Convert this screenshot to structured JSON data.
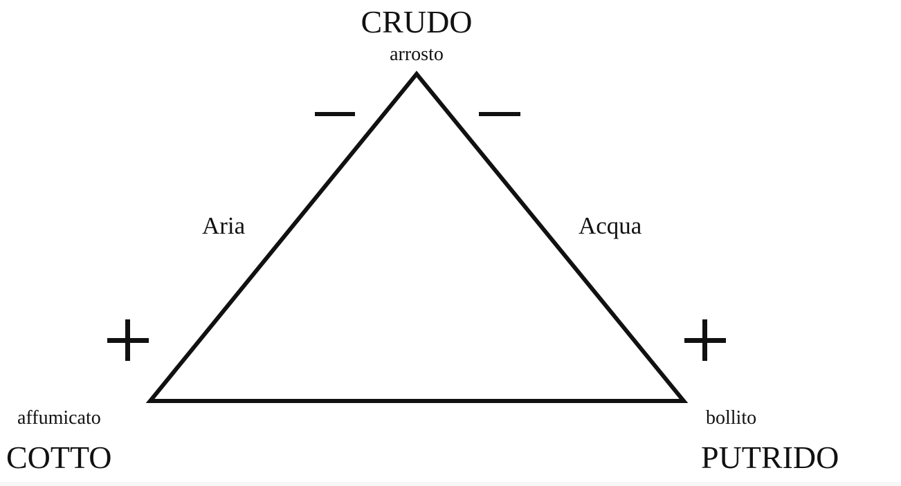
{
  "diagram": {
    "title": "Culinary triangle",
    "vertices": {
      "top": {
        "label": "CRUDO",
        "sublabel": "arrosto"
      },
      "left": {
        "label": "COTTO",
        "sublabel": "affumicato"
      },
      "right": {
        "label": "PUTRIDO",
        "sublabel": "bollito"
      }
    },
    "edges": {
      "left": {
        "label": "Aria"
      },
      "right": {
        "label": "Acqua"
      }
    },
    "signs": {
      "top_left": "−",
      "top_right": "−",
      "bottom_left": "+",
      "bottom_right": "+"
    },
    "colors": {
      "stroke": "#111111",
      "background": "#ffffff"
    }
  }
}
